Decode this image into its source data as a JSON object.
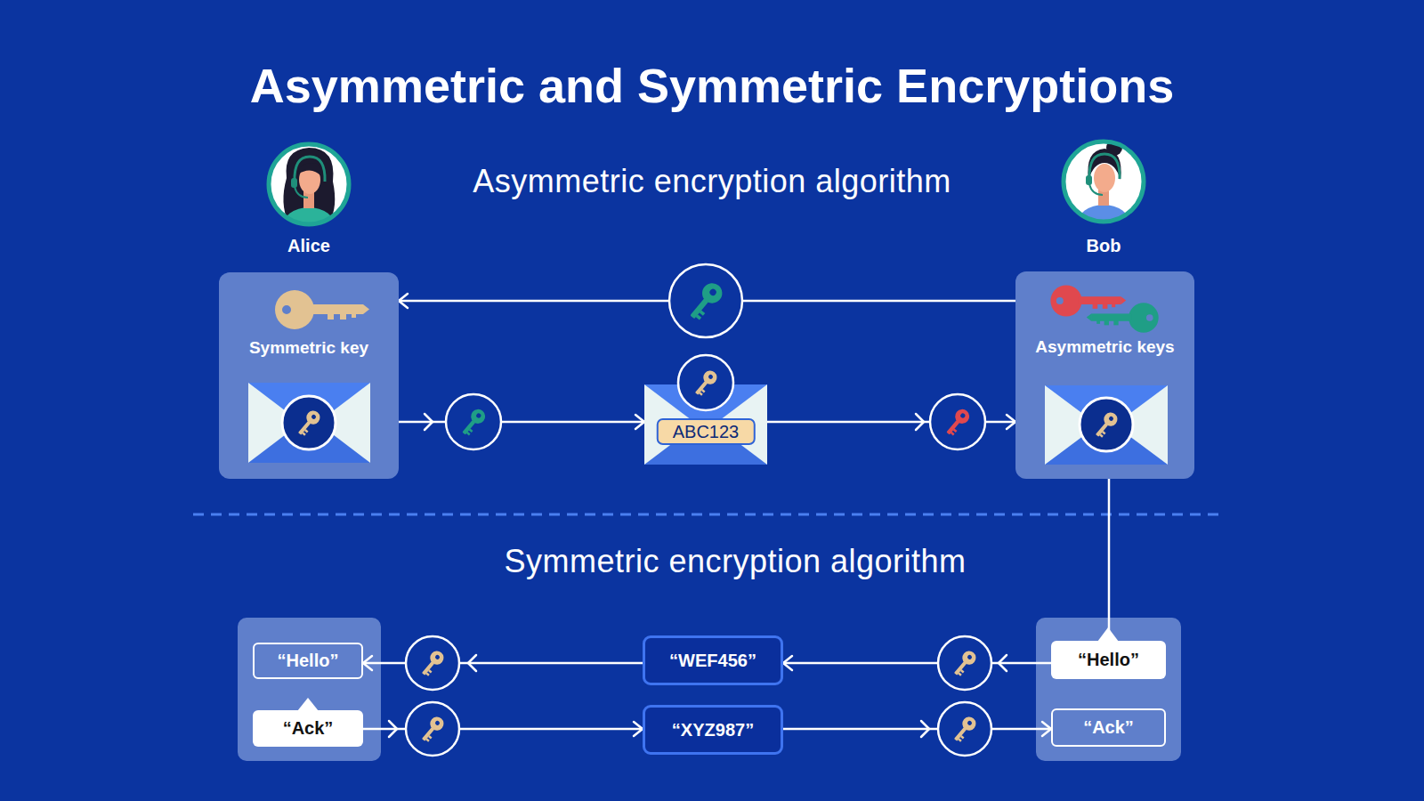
{
  "diagram": {
    "title": "Asymmetric and Symmetric Encryptions",
    "nodes": [
      {
        "text": [
          "Alice"
        ]
      },
      {
        "text": [
          "Bob"
        ]
      },
      {
        "text": [
          "Symmetric key"
        ]
      },
      {
        "text": [
          "Asymmetric keys"
        ]
      },
      {
        "text": [
          "ABC123"
        ]
      },
      {
        "text": [
          "“Hello”"
        ]
      },
      {
        "text": [
          "“WEF456”"
        ]
      },
      {
        "text": [
          "“Hello”"
        ]
      },
      {
        "text": [
          "“Ack”"
        ]
      },
      {
        "text": [
          "“XYZ987”"
        ]
      },
      {
        "text": [
          "“Ack”"
        ]
      }
    ],
    "edges": [
      {
        "from": 3,
        "to": 2,
        "arrow": "to"
      },
      {
        "from": 2,
        "to": 4,
        "arrow": "to"
      },
      {
        "from": 4,
        "to": 3,
        "arrow": "to"
      },
      {
        "from": 3,
        "to": 7,
        "arrow": "none"
      },
      {
        "from": 7,
        "to": 6,
        "arrow": "to"
      },
      {
        "from": 6,
        "to": 5,
        "arrow": "to"
      },
      {
        "from": 8,
        "to": 9,
        "arrow": "to"
      },
      {
        "from": 9,
        "to": 10,
        "arrow": "to"
      }
    ],
    "labels": [
      "Asymmetric encryption algorithm",
      "Symmetric encryption algorithm"
    ]
  }
}
